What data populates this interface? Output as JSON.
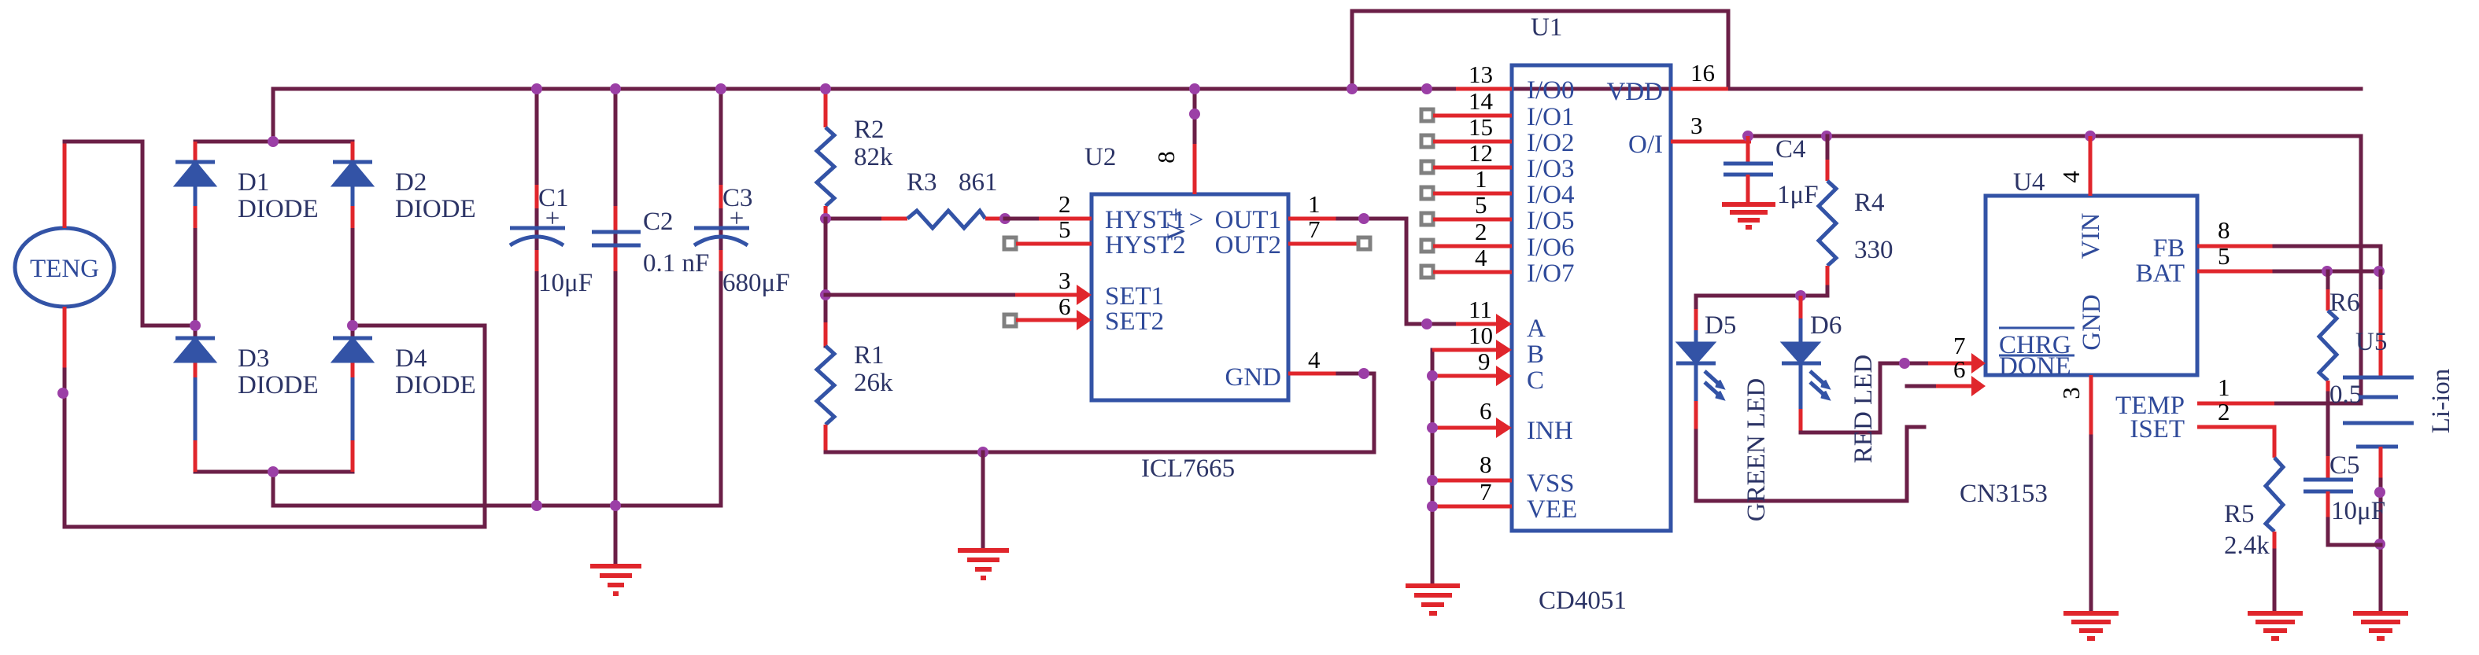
{
  "colors": {
    "wire": "#6b1f47",
    "junction": "#9b3fa6",
    "pin": "#e0262c",
    "component": "#3353a6",
    "label": "#2c3466"
  },
  "source": {
    "ref": "TENG"
  },
  "diodes": [
    {
      "ref": "D1",
      "value": "DIODE"
    },
    {
      "ref": "D2",
      "value": "DIODE"
    },
    {
      "ref": "D3",
      "value": "DIODE"
    },
    {
      "ref": "D4",
      "value": "DIODE"
    }
  ],
  "capacitors": {
    "c1": {
      "ref": "C1",
      "value": "10μF",
      "polarity": "+"
    },
    "c2": {
      "ref": "C2",
      "value": "0.1 nF"
    },
    "c3": {
      "ref": "C3",
      "value": "680μF",
      "polarity": "+"
    },
    "c4": {
      "ref": "C4",
      "value": "1μF"
    },
    "c5": {
      "ref": "C5",
      "value": "10μF"
    }
  },
  "resistors": {
    "r1": {
      "ref": "R1",
      "value": "26k"
    },
    "r2": {
      "ref": "R2",
      "value": "82k"
    },
    "r3": {
      "ref": "R3",
      "value": "861"
    },
    "r4": {
      "ref": "R4",
      "value": "330"
    },
    "r5": {
      "ref": "R5",
      "value": "2.4k"
    },
    "r6": {
      "ref": "R6",
      "value": "0.5"
    }
  },
  "u2": {
    "ref": "U2",
    "part": "ICL7665",
    "pins": {
      "hyst1": {
        "name": "HYST1",
        "num": "2"
      },
      "hyst2": {
        "name": "HYST2",
        "num": "5"
      },
      "set1": {
        "name": "SET1",
        "num": "3"
      },
      "set2": {
        "name": "SET2",
        "num": "6"
      },
      "out1": {
        "name": "OUT1",
        "num": "1"
      },
      "out2": {
        "name": "OUT2",
        "num": "7"
      },
      "gnd": {
        "name": "GND",
        "num": "4"
      },
      "vplus": {
        "name": "V+",
        "num": "8"
      }
    }
  },
  "u1": {
    "ref": "U1",
    "part": "CD4051",
    "io_pins": [
      {
        "name": "I/O0",
        "num": "13"
      },
      {
        "name": "I/O1",
        "num": "14"
      },
      {
        "name": "I/O2",
        "num": "15"
      },
      {
        "name": "I/O3",
        "num": "12"
      },
      {
        "name": "I/O4",
        "num": "1"
      },
      {
        "name": "I/O5",
        "num": "5"
      },
      {
        "name": "I/O6",
        "num": "2"
      },
      {
        "name": "I/O7",
        "num": "4"
      }
    ],
    "ctrl_pins": [
      {
        "name": "A",
        "num": "11"
      },
      {
        "name": "B",
        "num": "10"
      },
      {
        "name": "C",
        "num": "9"
      },
      {
        "name": "INH",
        "num": "6"
      },
      {
        "name": "VSS",
        "num": "8"
      },
      {
        "name": "VEE",
        "num": "7"
      }
    ],
    "vdd": {
      "name": "VDD",
      "num": "16"
    },
    "oi": {
      "name": "O/I",
      "num": "3"
    }
  },
  "leds": {
    "d5": {
      "ref": "D5",
      "value": "GREEN LED"
    },
    "d6": {
      "ref": "D6",
      "value": "RED LED"
    }
  },
  "u4": {
    "ref": "U4",
    "part": "CN3153",
    "pins": {
      "vin": {
        "name": "VIN",
        "num": "4"
      },
      "fb": {
        "name": "FB",
        "num": "8"
      },
      "bat": {
        "name": "BAT",
        "num": "5"
      },
      "chrg": {
        "name": "CHRG",
        "num": "7"
      },
      "done": {
        "name": "DONE",
        "num": "6"
      },
      "gnd": {
        "name": "GND",
        "num": "3"
      },
      "temp": {
        "name": "TEMP",
        "num": "1"
      },
      "iset": {
        "name": "ISET",
        "num": "2"
      }
    }
  },
  "battery": {
    "ref": "U5",
    "value": "Li-ion"
  }
}
